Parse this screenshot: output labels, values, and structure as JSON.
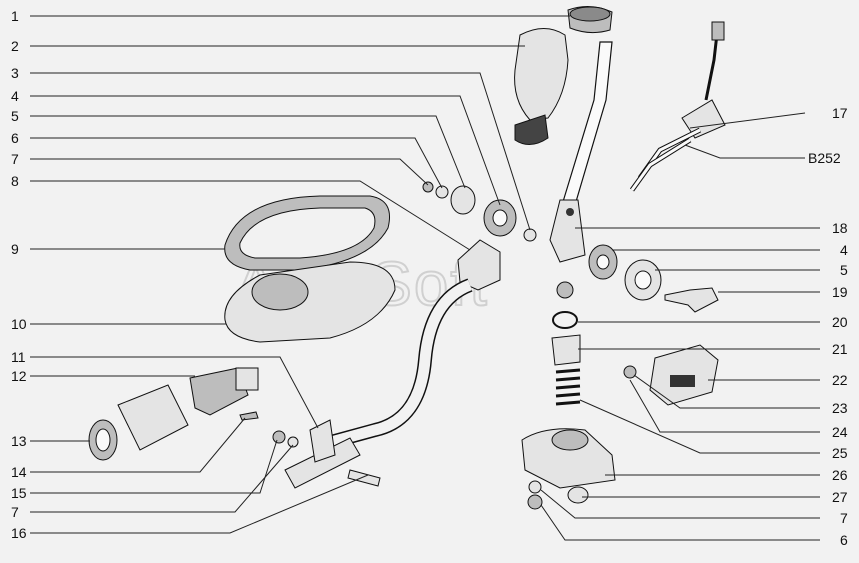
{
  "diagram": {
    "watermark": "AutoSoft",
    "left_callouts": [
      "1",
      "2",
      "3",
      "4",
      "5",
      "6",
      "7",
      "8",
      "9",
      "10",
      "11",
      "12",
      "13",
      "14",
      "15",
      "7",
      "16"
    ],
    "right_callouts": [
      "17",
      "B252",
      "18",
      "4",
      "5",
      "19",
      "20",
      "21",
      "22",
      "23",
      "24",
      "25",
      "26",
      "27",
      "7",
      "6"
    ]
  }
}
